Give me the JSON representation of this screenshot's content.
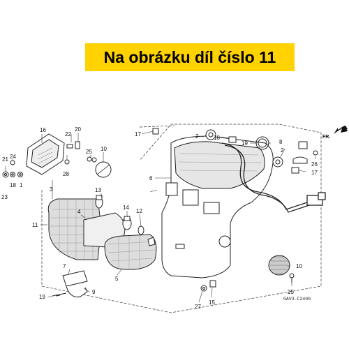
{
  "banner": {
    "text": "Na obrázku díl číslo 11"
  },
  "diagram_code": "GAV3-F2400",
  "direction_label": "FR.",
  "labels": [
    {
      "id": "l16",
      "text": "16"
    },
    {
      "id": "l22",
      "text": "22"
    },
    {
      "id": "l20",
      "text": "20"
    },
    {
      "id": "l21",
      "text": "21"
    },
    {
      "id": "l24",
      "text": "24"
    },
    {
      "id": "l18a",
      "text": "18"
    },
    {
      "id": "l23",
      "text": "23"
    },
    {
      "id": "l1",
      "text": "1"
    },
    {
      "id": "l28",
      "text": "28"
    },
    {
      "id": "l25a",
      "text": "25"
    },
    {
      "id": "l10a",
      "text": "10"
    },
    {
      "id": "l17a",
      "text": "17"
    },
    {
      "id": "l2a",
      "text": "2"
    },
    {
      "id": "l18b",
      "text": "18"
    },
    {
      "id": "l19a",
      "text": "19"
    },
    {
      "id": "l8",
      "text": "8"
    },
    {
      "id": "l2b",
      "text": "2"
    },
    {
      "id": "l6",
      "text": "6"
    },
    {
      "id": "l26",
      "text": "26"
    },
    {
      "id": "l17b",
      "text": "17"
    },
    {
      "id": "l3",
      "text": "3"
    },
    {
      "id": "l4",
      "text": "4"
    },
    {
      "id": "l13",
      "text": "13"
    },
    {
      "id": "l14",
      "text": "14"
    },
    {
      "id": "l12",
      "text": "12"
    },
    {
      "id": "l11",
      "text": "11"
    },
    {
      "id": "l7",
      "text": "7"
    },
    {
      "id": "l5",
      "text": "5"
    },
    {
      "id": "l9",
      "text": "9"
    },
    {
      "id": "l19b",
      "text": "19"
    },
    {
      "id": "l10b",
      "text": "10"
    },
    {
      "id": "l25b",
      "text": "25"
    },
    {
      "id": "l27",
      "text": "27"
    },
    {
      "id": "l15",
      "text": "15"
    }
  ],
  "colors": {
    "banner_bg": "#ffd200",
    "line": "#222222",
    "fill": "#ffffff"
  },
  "icons": {
    "direction_arrow": "fr-arrow-icon"
  }
}
